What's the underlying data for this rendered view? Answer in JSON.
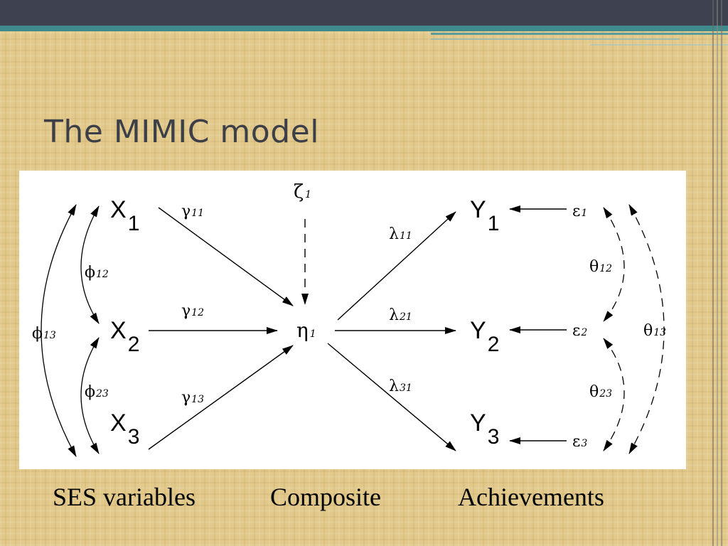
{
  "slide": {
    "title": "The MIMIC model"
  },
  "diagram": {
    "causes": [
      {
        "letter": "X",
        "index": "1"
      },
      {
        "letter": "X",
        "index": "2"
      },
      {
        "letter": "X",
        "index": "3"
      }
    ],
    "latent": {
      "symbol": "η",
      "index": "1"
    },
    "disturbance": {
      "symbol": "ζ",
      "index": "1"
    },
    "indicators": [
      {
        "letter": "Y",
        "index": "1"
      },
      {
        "letter": "Y",
        "index": "2"
      },
      {
        "letter": "Y",
        "index": "3"
      }
    ],
    "errors": [
      {
        "symbol": "ε",
        "index": "1"
      },
      {
        "symbol": "ε",
        "index": "2"
      },
      {
        "symbol": "ε",
        "index": "3"
      }
    ],
    "gammas": [
      {
        "symbol": "γ",
        "index": "11"
      },
      {
        "symbol": "γ",
        "index": "12"
      },
      {
        "symbol": "γ",
        "index": "13"
      }
    ],
    "lambdas": [
      {
        "symbol": "λ",
        "index": "11"
      },
      {
        "symbol": "λ",
        "index": "21"
      },
      {
        "symbol": "λ",
        "index": "31"
      }
    ],
    "phis": [
      {
        "symbol": "ϕ",
        "index": "12"
      },
      {
        "symbol": "ϕ",
        "index": "23"
      },
      {
        "symbol": "ϕ",
        "index": "13"
      }
    ],
    "thetas": [
      {
        "symbol": "θ",
        "index": "12"
      },
      {
        "symbol": "θ",
        "index": "23"
      },
      {
        "symbol": "θ",
        "index": "13"
      }
    ]
  },
  "captions": {
    "ses": "SES variables",
    "composite": "Composite",
    "achievements": "Achievements"
  }
}
